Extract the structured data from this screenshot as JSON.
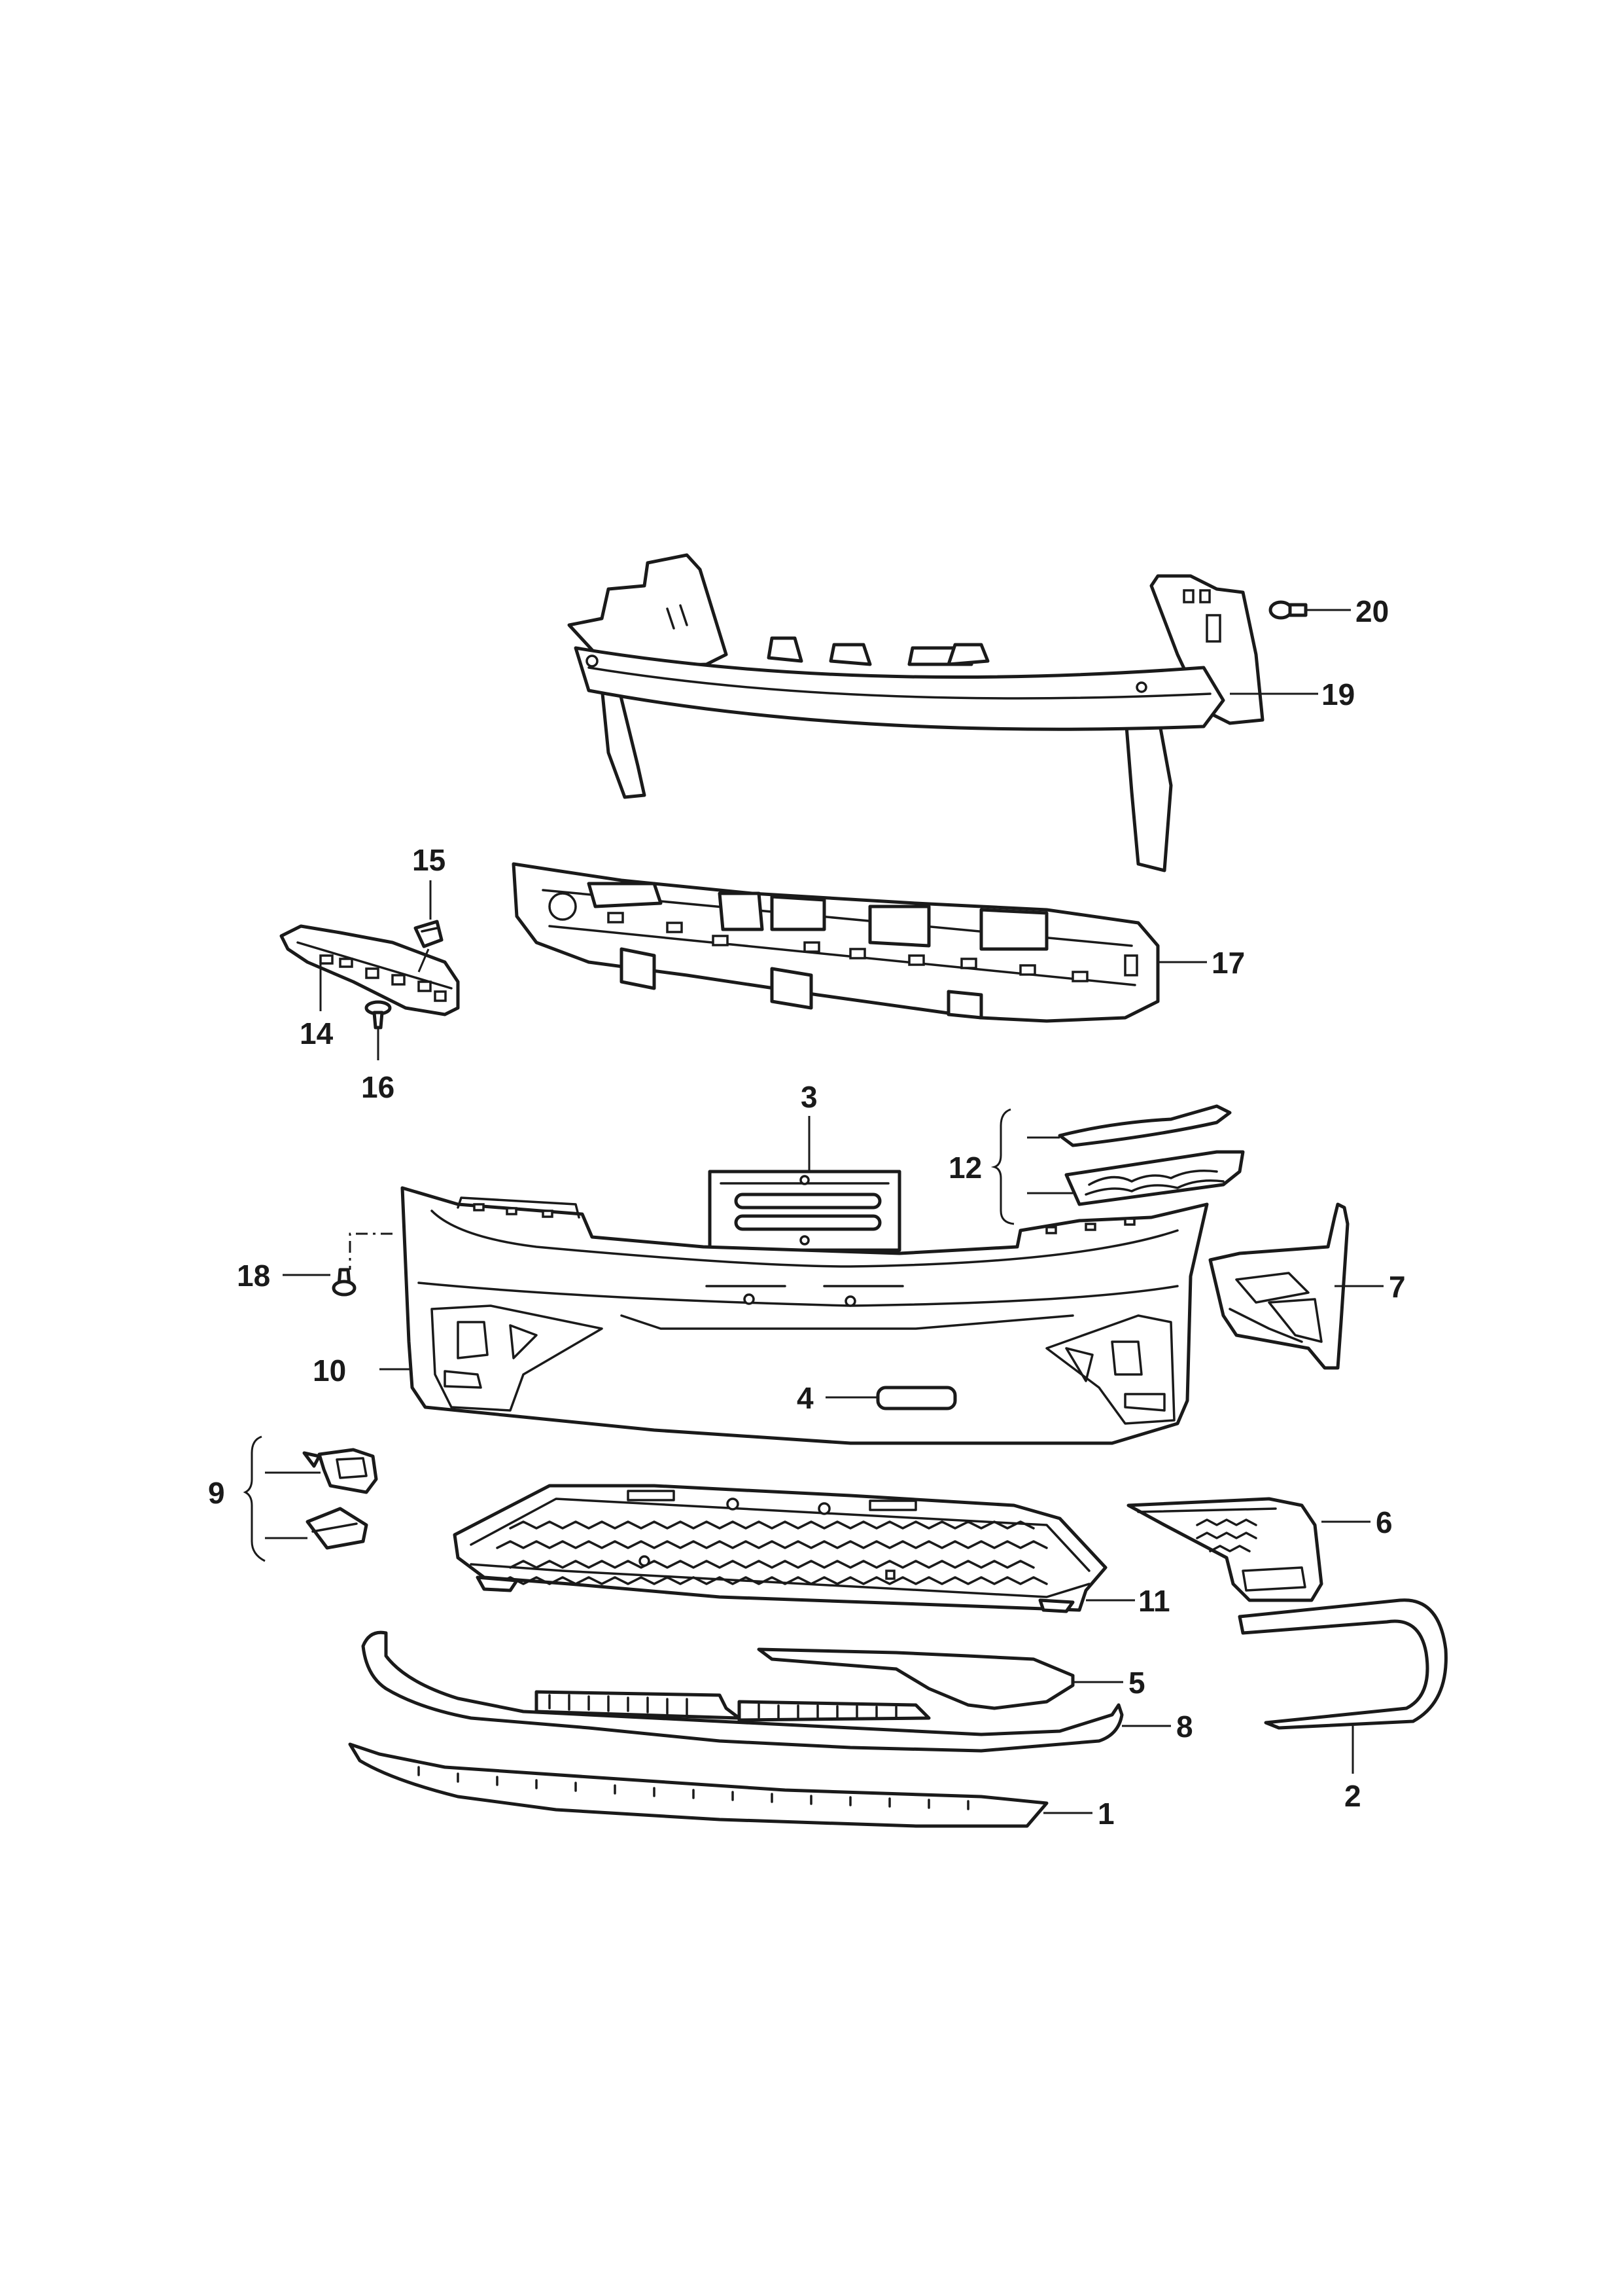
{
  "diagram": {
    "callouts": {
      "c1": "1",
      "c2": "2",
      "c3": "3",
      "c4": "4",
      "c5": "5",
      "c6": "6",
      "c7": "7",
      "c8": "8",
      "c9": "9",
      "c10": "10",
      "c11": "11",
      "c12": "12",
      "c14": "14",
      "c15": "15",
      "c16": "16",
      "c17": "17",
      "c18": "18",
      "c19": "19",
      "c20": "20"
    }
  }
}
